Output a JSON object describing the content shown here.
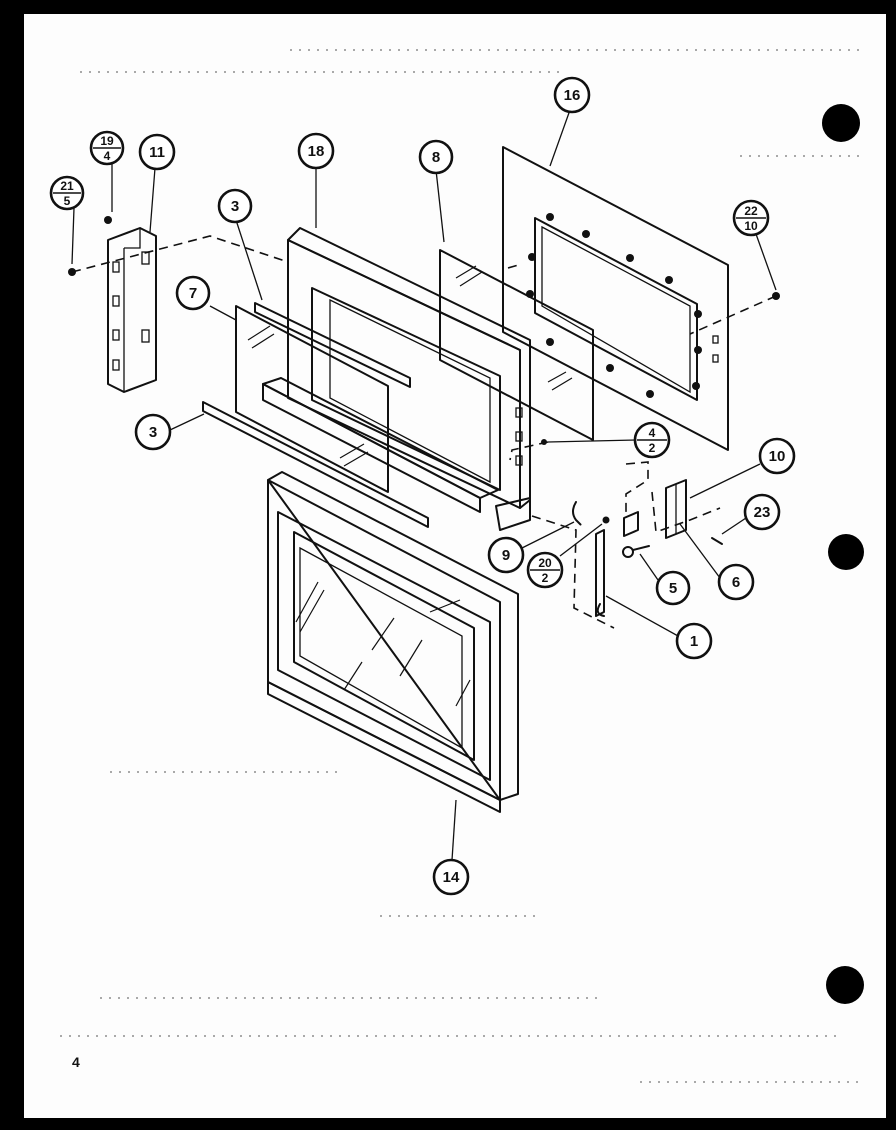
{
  "page": {
    "number": "4"
  },
  "callouts": [
    {
      "id": "c16",
      "label": "16"
    },
    {
      "id": "c18",
      "label": "18"
    },
    {
      "id": "c8",
      "label": "8"
    },
    {
      "id": "c11",
      "label": "11"
    },
    {
      "id": "c19",
      "top": "19",
      "bottom": "4"
    },
    {
      "id": "c21",
      "top": "21",
      "bottom": "5"
    },
    {
      "id": "c22",
      "top": "22",
      "bottom": "10"
    },
    {
      "id": "c3a",
      "label": "3"
    },
    {
      "id": "c7",
      "label": "7"
    },
    {
      "id": "c3b",
      "label": "3"
    },
    {
      "id": "c4",
      "top": "4",
      "bottom": "2"
    },
    {
      "id": "c10",
      "label": "10"
    },
    {
      "id": "c23",
      "label": "23"
    },
    {
      "id": "c9",
      "label": "9"
    },
    {
      "id": "c20",
      "top": "20",
      "bottom": "2"
    },
    {
      "id": "c5",
      "label": "5"
    },
    {
      "id": "c6",
      "label": "6"
    },
    {
      "id": "c1",
      "label": "1"
    },
    {
      "id": "c14",
      "label": "14"
    }
  ]
}
